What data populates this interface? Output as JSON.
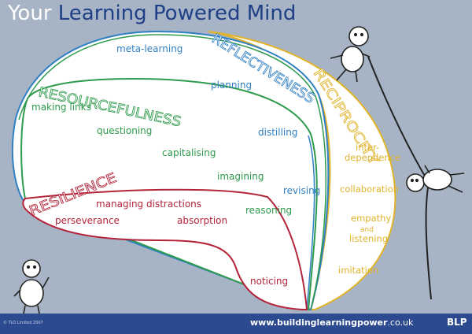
{
  "title": {
    "part1": "Your",
    "part2": "Learning Powered Mind"
  },
  "dispositions": {
    "reflectiveness": "REFLECTIVENESS",
    "resourcefulness": "RESOURCEFULNESS",
    "reciprocity": "RECIPROCITY",
    "resilience": "RESILIENCE"
  },
  "reflectiveness_items": [
    "meta-learning",
    "planning",
    "distilling",
    "revising"
  ],
  "resourcefulness_items": [
    "making links",
    "questioning",
    "capitalising",
    "imagining",
    "reasoning"
  ],
  "reciprocity_items": {
    "interdependence_line1": "inter-",
    "interdependence_line2": "dependence",
    "collaboration": "collaboration",
    "empathy": "empathy",
    "and": "and",
    "listening": "listening",
    "imitation": "imitation"
  },
  "resilience_items": [
    "managing distractions",
    "perseverance",
    "absorption",
    "noticing"
  ],
  "footer": {
    "url_bold": "www.buildinglearningpower",
    "url_rest": ".co.uk",
    "logo": "BLP",
    "copyright": "© TLO Limited 2007"
  },
  "colors": {
    "background": "#a7b4c5",
    "title_dark": "#1f3f86",
    "reflectiveness": "#2f7fc3",
    "resourcefulness": "#2e9a4c",
    "reciprocity": "#e0b32a",
    "resilience": "#b3243a",
    "footer": "#2b4a8f"
  },
  "icons": [
    "stick-figure-waving",
    "stick-figure-climbing",
    "stick-figure-hanging-rope"
  ]
}
